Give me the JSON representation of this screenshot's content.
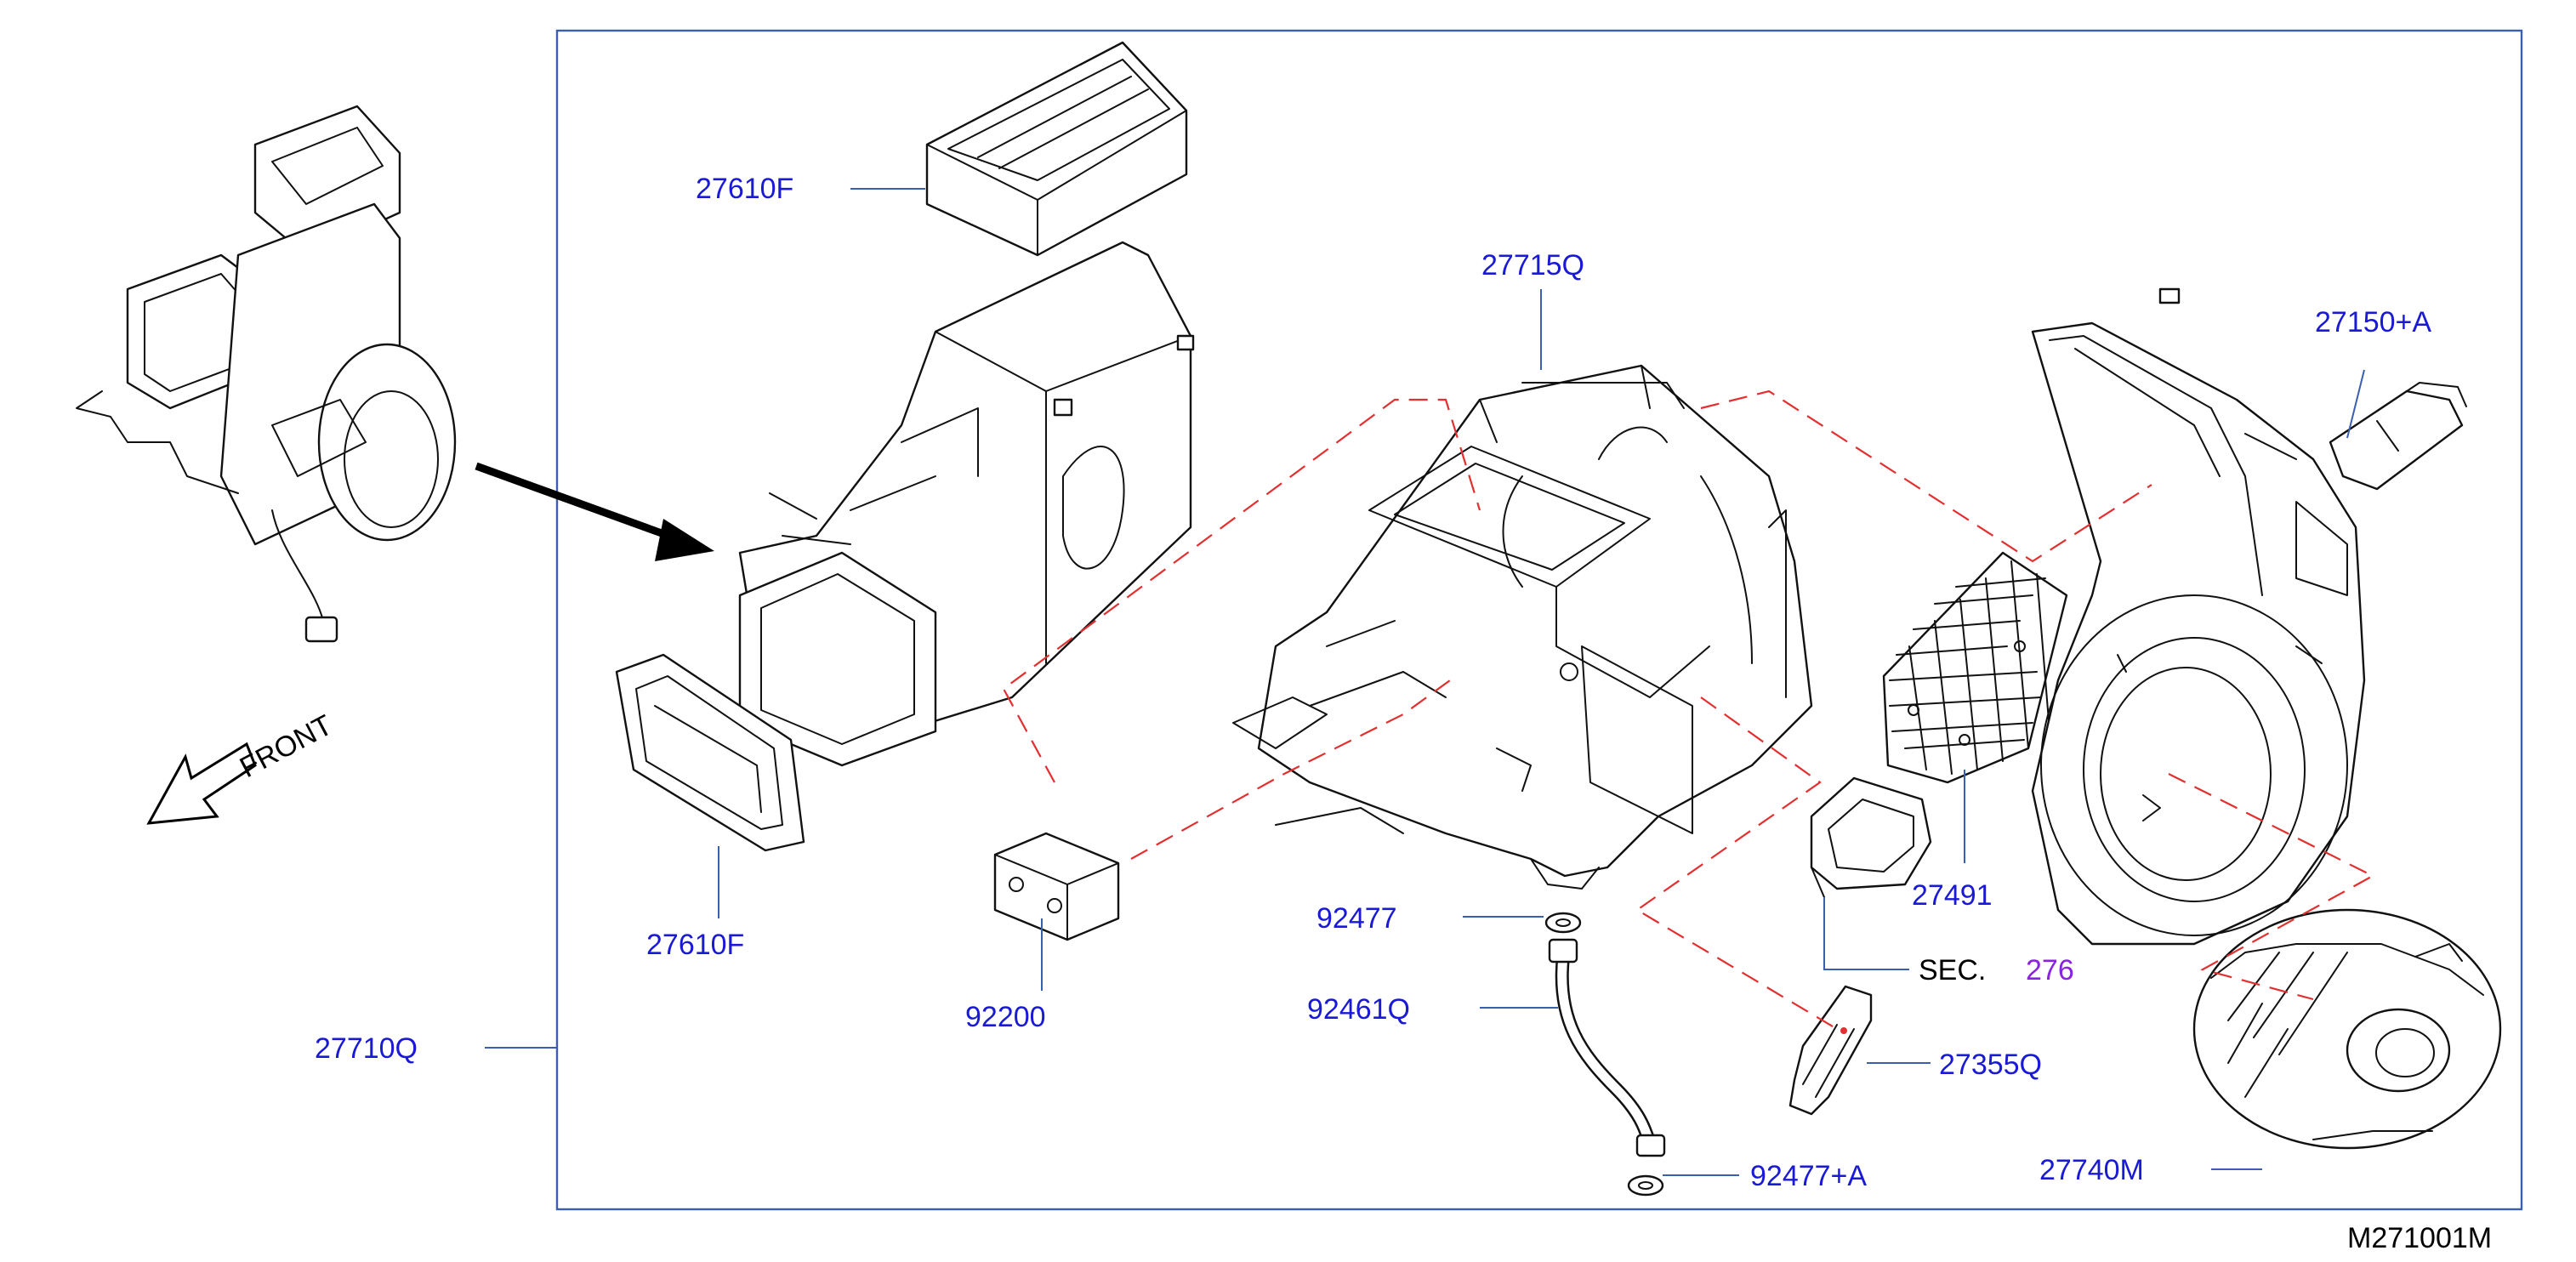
{
  "diagram_id": "M271001M",
  "front_label": "FRONT",
  "section_ref": {
    "prefix": "SEC.",
    "number": "276"
  },
  "parts": {
    "filter_top": "27610F",
    "filter_bottom": "27610F",
    "case": "27715Q",
    "assembly": "27710Q",
    "actuator": "27150+A",
    "mesh": "27491",
    "seal": "92200",
    "grommet": "92477",
    "drain_hose": "92461Q",
    "grommet_lower": "92477+A",
    "bracket": "27355Q",
    "blower_motor": "27740M"
  },
  "colors": {
    "label": "#1a1ad6",
    "leader": "#3a5fb0",
    "dash": "#e23030",
    "section_number": "#8a22e0"
  }
}
